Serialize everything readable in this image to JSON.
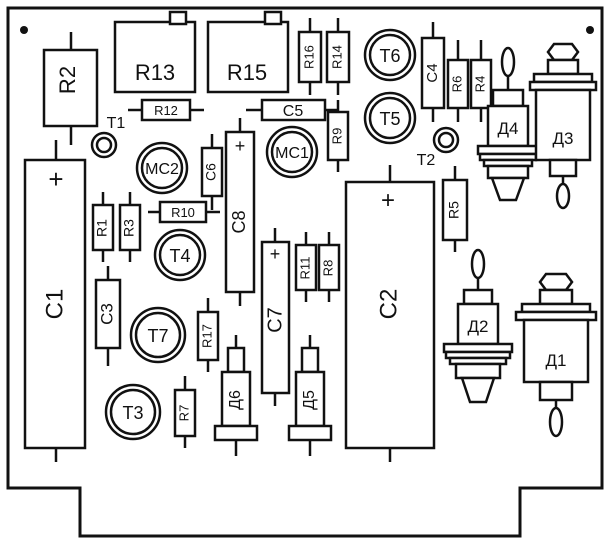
{
  "board": {
    "resistors": [
      {
        "id": "r2",
        "label": "R2"
      },
      {
        "id": "r13",
        "label": "R13"
      },
      {
        "id": "r15",
        "label": "R15"
      },
      {
        "id": "r16",
        "label": "R16"
      },
      {
        "id": "r14",
        "label": "R14"
      },
      {
        "id": "r12",
        "label": "R12"
      },
      {
        "id": "r9",
        "label": "R9"
      },
      {
        "id": "r6",
        "label": "R6"
      },
      {
        "id": "r4",
        "label": "R4"
      },
      {
        "id": "r10",
        "label": "R10"
      },
      {
        "id": "r1",
        "label": "R1"
      },
      {
        "id": "r3",
        "label": "R3"
      },
      {
        "id": "r11",
        "label": "R11"
      },
      {
        "id": "r8",
        "label": "R8"
      },
      {
        "id": "r5",
        "label": "R5"
      },
      {
        "id": "r17",
        "label": "R17"
      },
      {
        "id": "r7",
        "label": "R7"
      }
    ],
    "capacitors": [
      {
        "id": "c1",
        "label": "C1"
      },
      {
        "id": "c2",
        "label": "C2"
      },
      {
        "id": "c3",
        "label": "C3"
      },
      {
        "id": "c4",
        "label": "C4"
      },
      {
        "id": "c5",
        "label": "C5"
      },
      {
        "id": "c6",
        "label": "C6"
      },
      {
        "id": "c7",
        "label": "C7"
      },
      {
        "id": "c8",
        "label": "C8"
      }
    ],
    "transistors": [
      {
        "id": "t3",
        "label": "T3"
      },
      {
        "id": "t4",
        "label": "T4"
      },
      {
        "id": "t5",
        "label": "T5"
      },
      {
        "id": "t6",
        "label": "T6"
      },
      {
        "id": "t7",
        "label": "T7"
      }
    ],
    "microchips": [
      {
        "id": "mc1",
        "label": "MC1"
      },
      {
        "id": "mc2",
        "label": "MC2"
      }
    ],
    "pad_labels": [
      {
        "id": "t1",
        "label": "T1"
      },
      {
        "id": "t2",
        "label": "T2"
      }
    ],
    "diodes": [
      {
        "id": "d1",
        "label": "Д1"
      },
      {
        "id": "d2",
        "label": "Д2"
      },
      {
        "id": "d3",
        "label": "Д3"
      },
      {
        "id": "d4",
        "label": "Д4"
      },
      {
        "id": "d5",
        "label": "Д5"
      },
      {
        "id": "d6",
        "label": "Д6"
      }
    ],
    "polarity_mark": "+"
  }
}
